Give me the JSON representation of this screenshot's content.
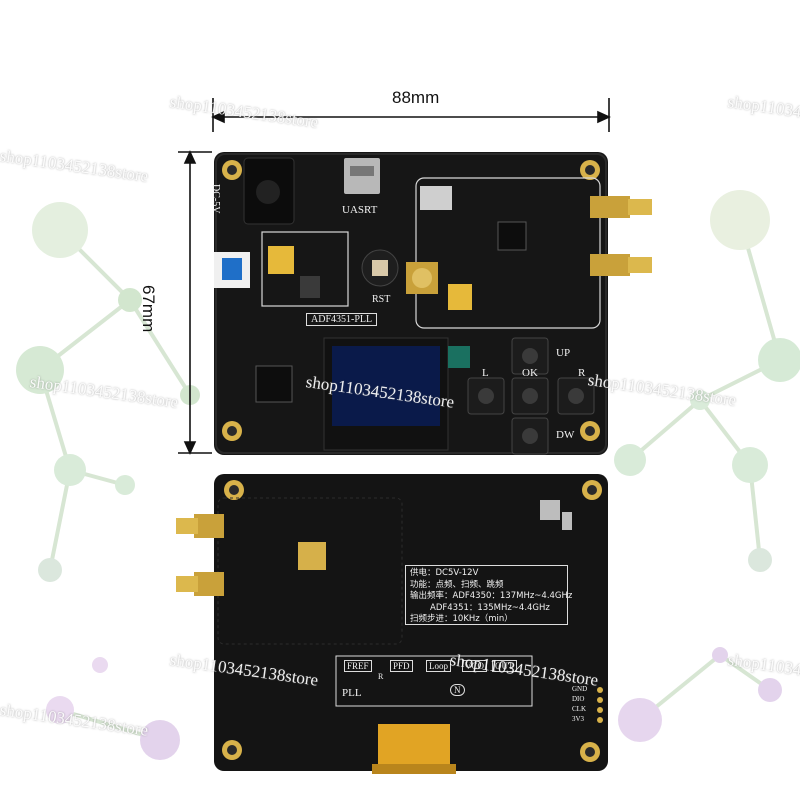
{
  "dimensions": {
    "width": "88mm",
    "height": "67mm"
  },
  "front_board": {
    "product_label": "ADF4351-PLL",
    "uart_label": "UASRT",
    "reset_label": "RST",
    "power_label": "DC-5V",
    "buttons": {
      "up": "UP",
      "ok": "OK",
      "left": "L",
      "right": "R",
      "down": "DW"
    }
  },
  "back_board": {
    "spec_lines": [
      "供电：DC5V-12V",
      "功能：点频、扫频、跳频",
      "输出频率：ADF4350：137MHz~4.4GHz",
      "ADF4351：135MHz~4.4GHz",
      "扫频步进：10KHz（min）"
    ],
    "diagram": {
      "blocks": [
        "FREF",
        "R",
        "PFD",
        "Loop",
        "VCO",
        "OUT"
      ],
      "divider": "N",
      "label": "PLL"
    },
    "pins": [
      "GND",
      "DIO",
      "CLK",
      "3V3"
    ]
  },
  "watermark": {
    "text": "shop1103452138store"
  },
  "colors": {
    "pcb": "#141414",
    "gold": "#c9a13a",
    "oled": "#0a1a4a",
    "background_nodes": [
      "#cfe3c8",
      "#e8d8ee",
      "#d9ecdc"
    ]
  }
}
